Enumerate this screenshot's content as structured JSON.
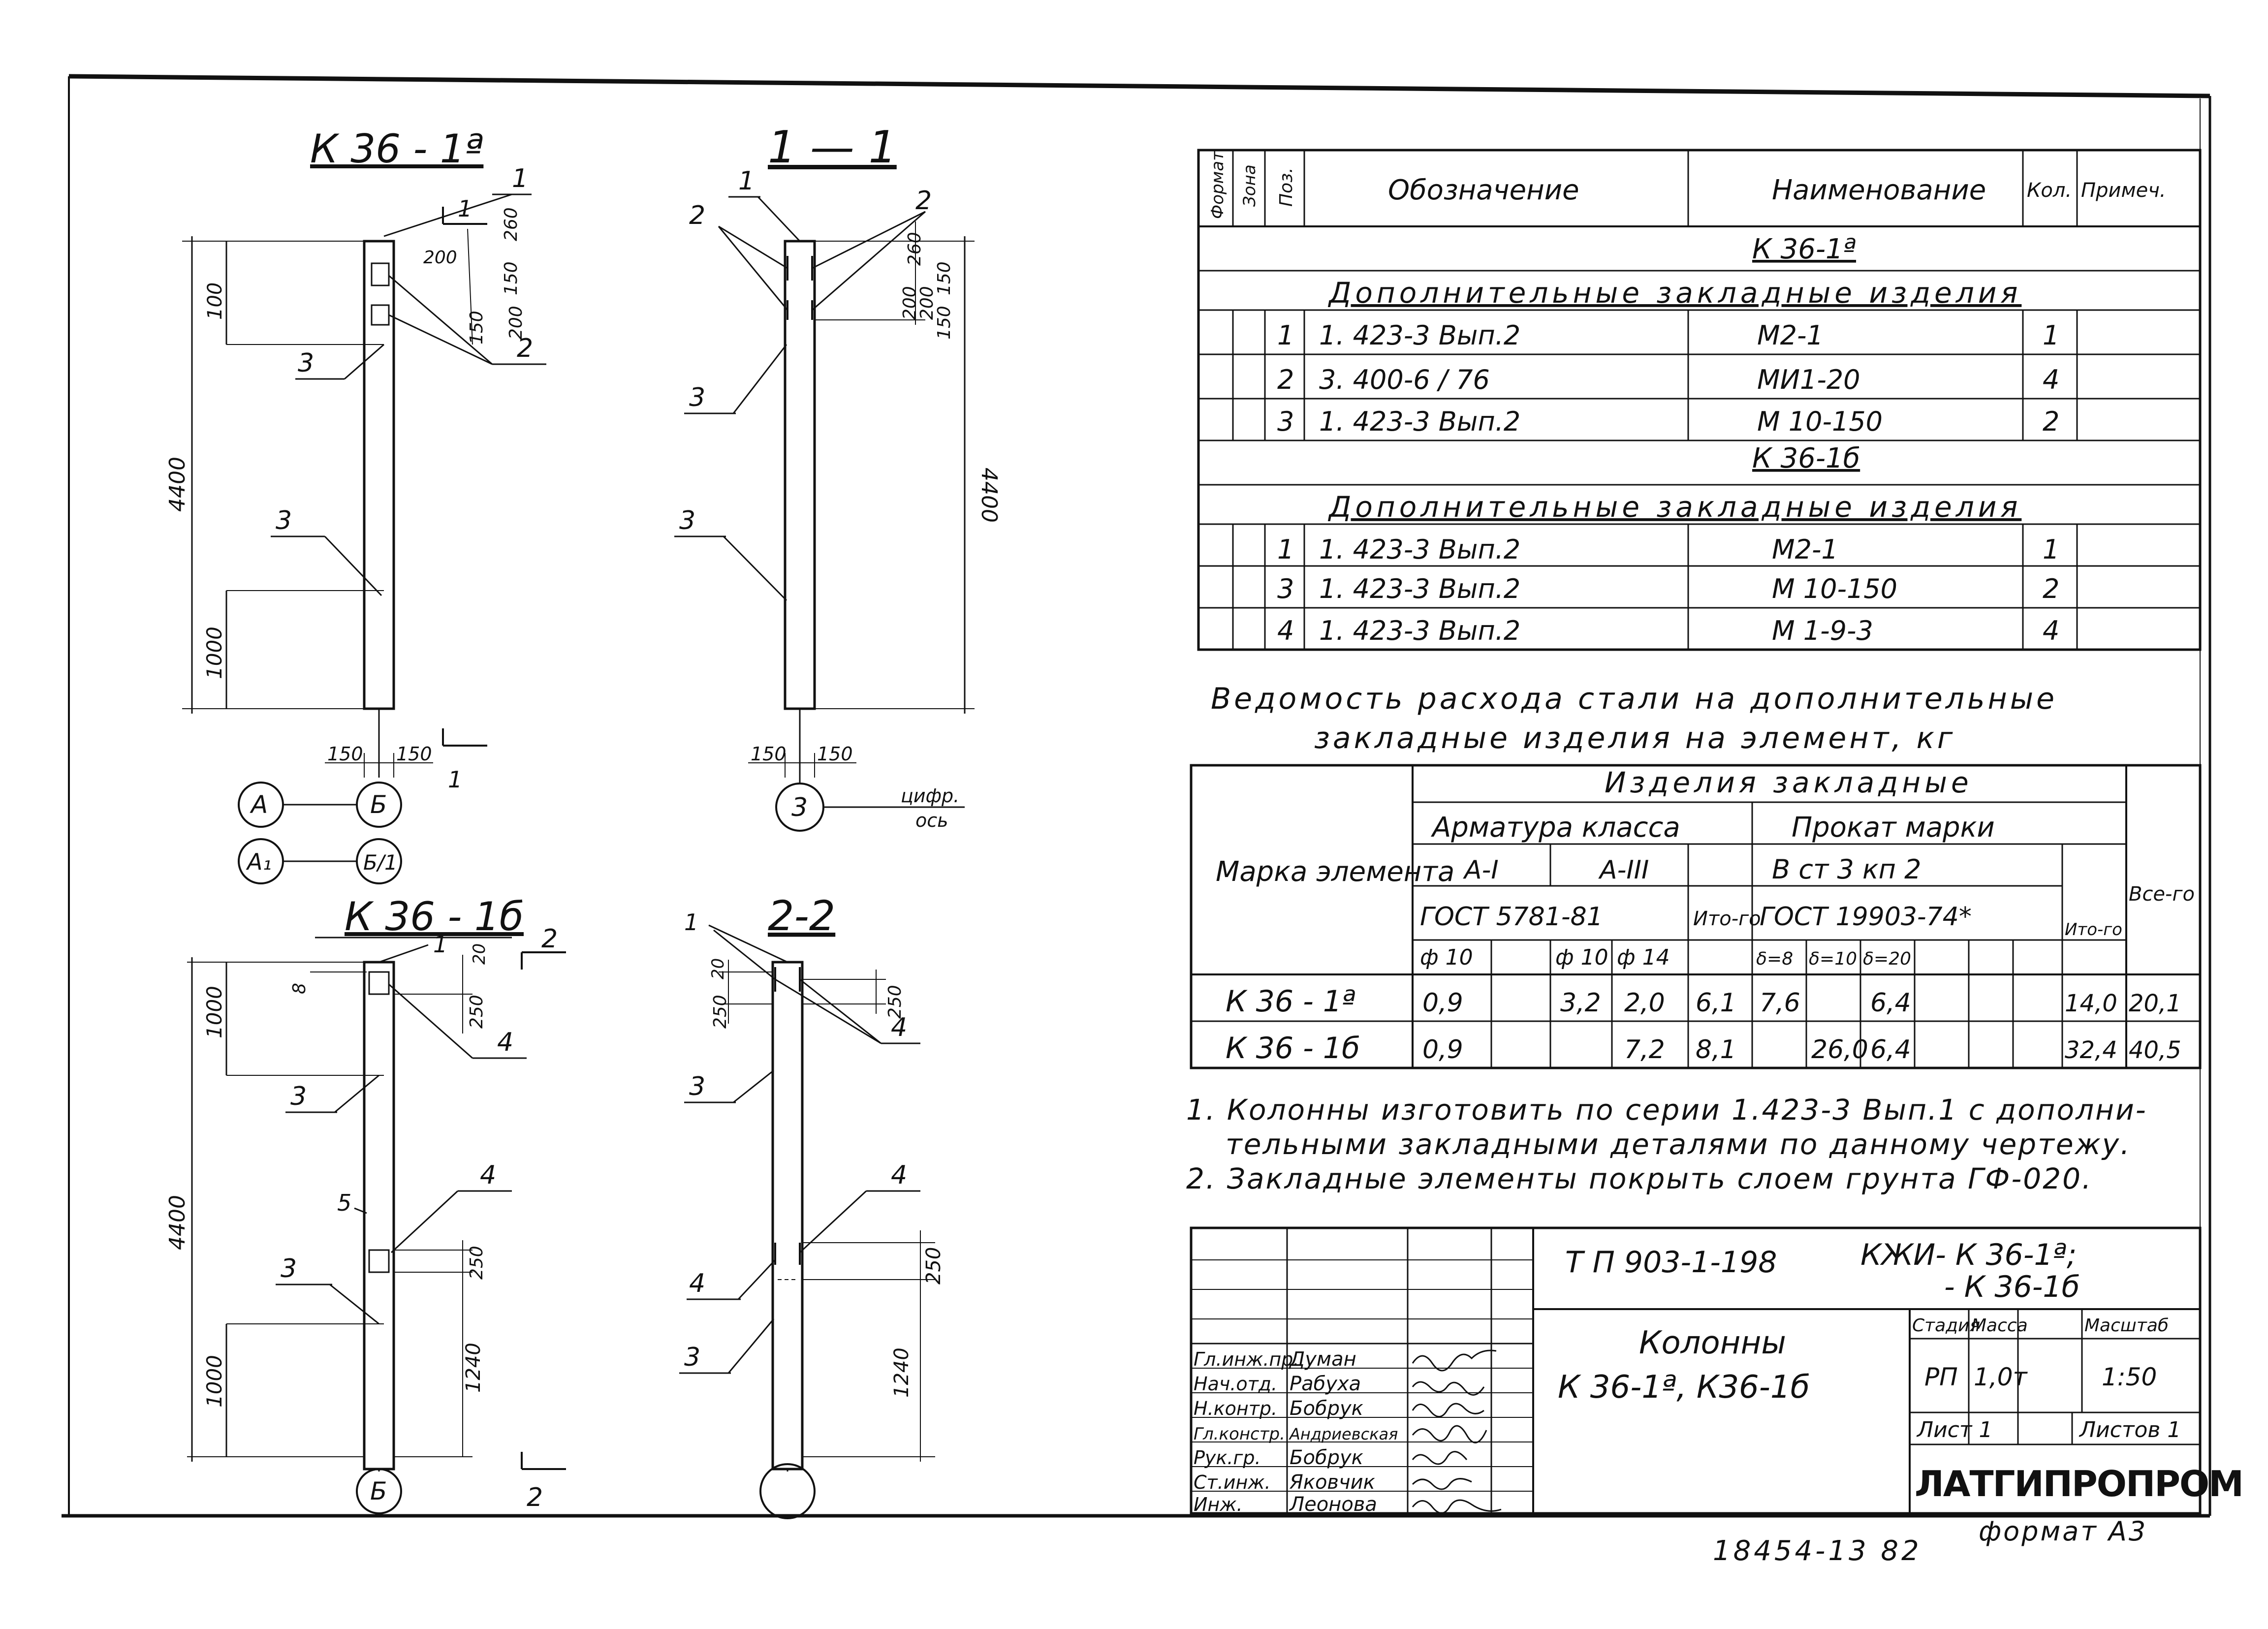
{
  "views": {
    "k36_1a": {
      "title": "К 36 - 1ª",
      "section_mark": "1",
      "dims": [
        "100",
        "200",
        "150",
        "260",
        "200",
        "150",
        "4400",
        "1000",
        "150",
        "150"
      ],
      "callouts": [
        "1",
        "2",
        "3",
        "3"
      ],
      "axis_letters": [
        "А",
        "Б",
        "А₁",
        "Б/1"
      ]
    },
    "section_1_1": {
      "title": "1 — 1",
      "dims": [
        "200",
        "260",
        "150",
        "200",
        "150",
        "4400",
        "150",
        "150"
      ],
      "callouts": [
        "1",
        "2",
        "2",
        "3",
        "3"
      ],
      "axis_number": "3",
      "axis_note": [
        "цифр.",
        "ось"
      ]
    },
    "k36_1b": {
      "title": "К 36 - 1б",
      "section_mark": "2",
      "dims": [
        "8",
        "20",
        "1000",
        "250",
        "4400",
        "250",
        "1240",
        "1000"
      ],
      "callouts": [
        "1",
        "3",
        "4",
        "5",
        "4",
        "3"
      ],
      "axis_letter": "Б"
    },
    "section_2_2": {
      "title": "2-2",
      "dims": [
        "250",
        "20",
        "250",
        "250",
        "1240"
      ],
      "callouts": [
        "1",
        "4",
        "3",
        "4",
        "4",
        "3"
      ]
    }
  },
  "spec_table": {
    "headers": [
      "Формат",
      "Зона",
      "Поз.",
      "Обозначение",
      "Наименование",
      "Кол.",
      "Примеч."
    ],
    "groups": [
      {
        "mark": "К 36-1ª",
        "subtitle": "Дополнительные закладные изделия",
        "rows": [
          {
            "pos": "1",
            "designation": "1. 423-3 Вып.2",
            "name": "М2-1",
            "qty": "1"
          },
          {
            "pos": "2",
            "designation": "3. 400-6 / 76",
            "name": "МИ1-20",
            "qty": "4"
          },
          {
            "pos": "3",
            "designation": "1. 423-3 Вып.2",
            "name": "М 10-150",
            "qty": "2"
          }
        ]
      },
      {
        "mark": "К 36-1б",
        "subtitle": "Дополнительные закладные изделия",
        "rows": [
          {
            "pos": "1",
            "designation": "1. 423-3 Вып.2",
            "name": "М2-1",
            "qty": "1"
          },
          {
            "pos": "3",
            "designation": "1. 423-3 Вып.2",
            "name": "М 10-150",
            "qty": "2"
          },
          {
            "pos": "4",
            "designation": "1. 423-3 Вып.2",
            "name": "М 1-9-3",
            "qty": "4"
          }
        ]
      }
    ]
  },
  "steel_table": {
    "title_line1": "Ведомость расхода стали на дополнительные",
    "title_line2": "закладные изделия на элемент, кг",
    "mark_header": "Марка элемента",
    "group_header": "Изделия закладные",
    "rebar_header": "Арматура класса",
    "rolled_header": "Прокат марки",
    "rebar_a1": "А-I",
    "rebar_a3": "А-III",
    "rebar_gost": "ГОСТ 5781-81",
    "rolled_grade": "В ст 3 кп 2",
    "rolled_gost": "ГОСТ 19903-74*",
    "subtotal": "Ито-го",
    "total": "Все-го",
    "subcols": [
      "ф 10",
      "",
      "ф 10",
      "ф 14",
      "δ=8",
      "δ=10",
      "δ=20",
      "",
      ""
    ],
    "rows": [
      {
        "mark": "К 36 - 1ª",
        "cells": [
          "0,9",
          "",
          "3,2",
          "2,0",
          "6,1",
          "7,6",
          "",
          "6,4",
          "",
          "",
          "14,0",
          "20,1"
        ]
      },
      {
        "mark": "К 36 - 1б",
        "cells": [
          "0,9",
          "",
          "",
          "7,2",
          "8,1",
          "",
          "26,0",
          "6,4",
          "",
          "",
          "32,4",
          "40,5"
        ]
      }
    ]
  },
  "notes": [
    "1. Колонны изготовить по серии 1.423-3 Вып.1 с дополни-",
    "тельными закладными деталями по данному чертежу.",
    "2. Закладные элементы покрыть слоем грунта ГФ-020."
  ],
  "title_block": {
    "project": "Т П 903-1-198",
    "doc_code_1": "КЖИ- К 36-1ª;",
    "doc_code_2": "- К 36-1б",
    "name_1": "Колонны",
    "name_2": "К 36-1ª, К36-1б",
    "stage_label": "Стадия",
    "mass_label": "Масса",
    "scale_label": "Масштаб",
    "stage": "РП",
    "mass": "1,0т",
    "scale": "1:50",
    "sheet": "Лист 1",
    "sheets": "Листов 1",
    "org": "ЛАТГИПРОПРОМ",
    "people": [
      {
        "role": "Гл.инж.пр.",
        "name": "Думан"
      },
      {
        "role": "Нач.отд.",
        "name": "Рабуха"
      },
      {
        "role": "Н.контр.",
        "name": "Бобрук"
      },
      {
        "role": "Гл.констр.",
        "name": "Андриевская"
      },
      {
        "role": "Рук.гр.",
        "name": "Бобрук"
      },
      {
        "role": "Ст.инж.",
        "name": "Яковчик"
      },
      {
        "role": "Инж.",
        "name": "Леонова"
      }
    ]
  },
  "footer": {
    "archive_no": "18454-13 82",
    "format": "формат А3"
  }
}
